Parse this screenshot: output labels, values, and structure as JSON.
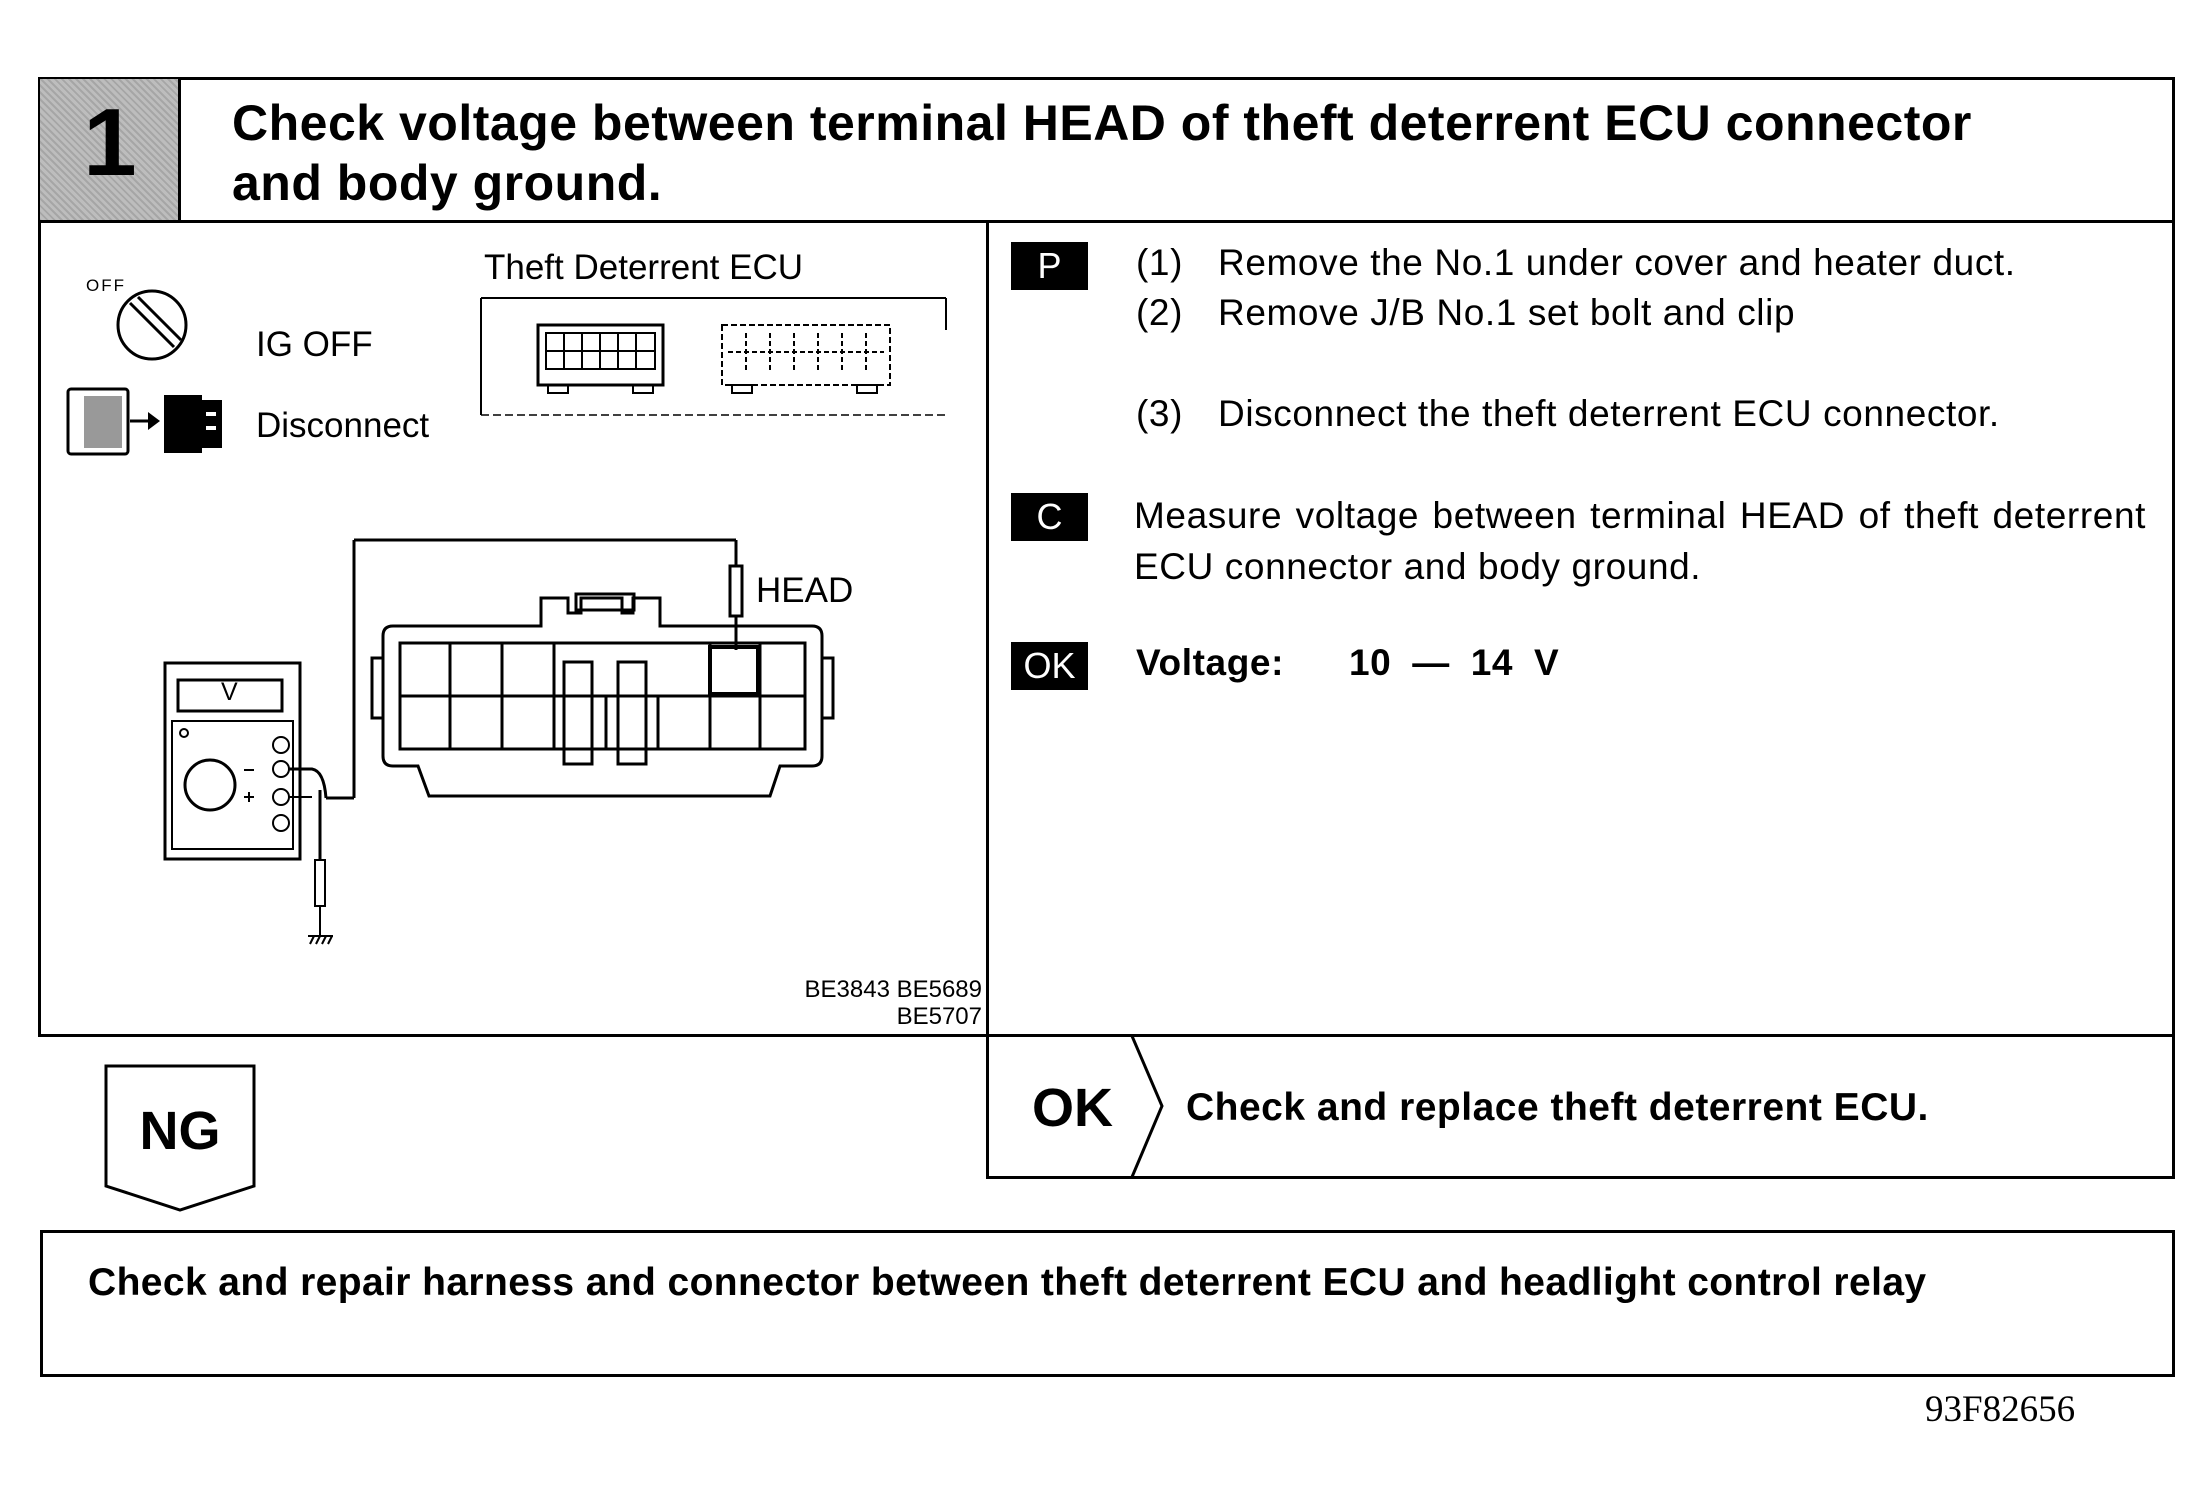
{
  "header": {
    "step_number": "1",
    "title_line1": "Check voltage between terminal HEAD of theft deterrent ECU connector",
    "title_line2": "and body ground."
  },
  "diagram": {
    "switch_off_label": "OFF",
    "ig_off_label": "IG OFF",
    "disconnect_label": "Disconnect",
    "ecu_label": "Theft Deterrent ECU",
    "meter_label": "V",
    "terminal_label": "HEAD",
    "ref_codes_line1": "BE3843 BE5689",
    "ref_codes_line2": "BE5707"
  },
  "procedure": {
    "p_tag": "P",
    "step1_num": "(1)",
    "step1": "Remove the No.1 under cover and heater duct.",
    "step2_num": "(2)",
    "step2": "Remove J/B No.1 set bolt and clip",
    "step3_num": "(3)",
    "step3": "Disconnect the theft deterrent ECU connector.",
    "c_tag": "C",
    "measure": "Measure voltage between terminal HEAD of theft deterrent ECU connector and body ground.",
    "ok_tag": "OK",
    "voltage_label": "Voltage:",
    "voltage_value": "10 — 14 V"
  },
  "result_ok": {
    "label": "OK",
    "action": "Check and replace theft deterrent ECU."
  },
  "result_ng": {
    "label": "NG",
    "action": "Check and repair harness and connector between theft deterrent ECU and headlight control relay"
  },
  "figure_code": "93F82656"
}
